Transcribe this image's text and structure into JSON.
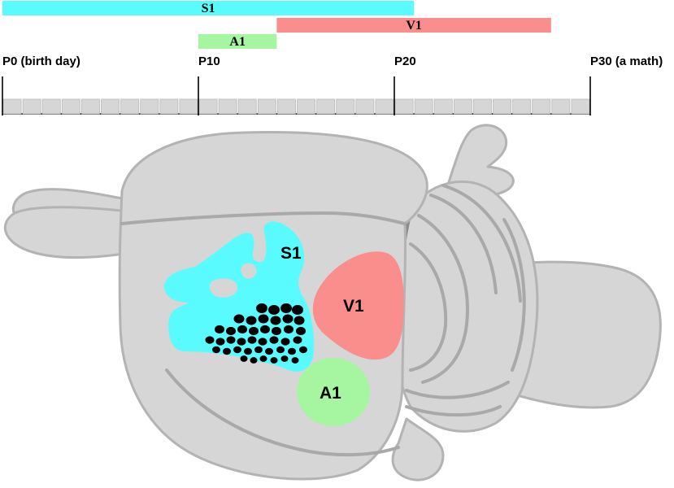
{
  "timeline": {
    "ticks": [
      {
        "label": "P0 (birth day)",
        "day": 0
      },
      {
        "label": "P10",
        "day": 10
      },
      {
        "label": "P20",
        "day": 20
      },
      {
        "label": "P30 (a math)",
        "day": 30
      }
    ],
    "periods": [
      {
        "name": "S1",
        "start": 0,
        "end": 21,
        "color": "#59fbff"
      },
      {
        "name": "V1",
        "start": 14,
        "end": 28,
        "color": "#fa8e8c"
      },
      {
        "name": "A1",
        "start": 10,
        "end": 14,
        "color": "#a6f5a0"
      }
    ]
  },
  "regions": {
    "s1": {
      "label": "S1",
      "color": "#59fbff"
    },
    "v1": {
      "label": "V1",
      "color": "#fa8e8c"
    },
    "a1": {
      "label": "A1",
      "color": "#a6f5a0"
    }
  },
  "colors": {
    "brain": "#d6d6d6",
    "timeline_track": "#d6d6d6",
    "barrels": "#000000"
  }
}
